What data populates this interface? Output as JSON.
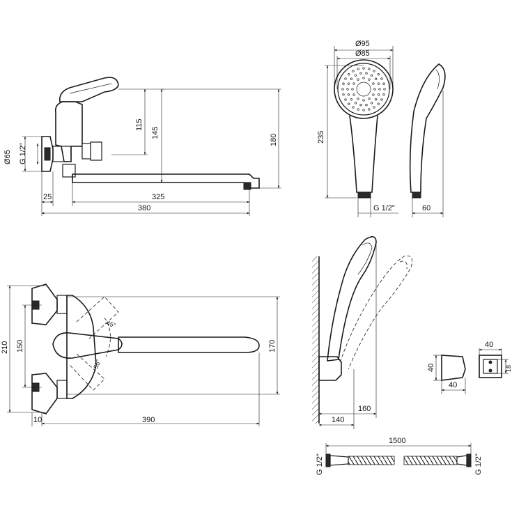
{
  "faucet_side": {
    "d_65": "Ø65",
    "thread": "G 1/2\"",
    "h_115": "115",
    "h_145": "145",
    "h_180": "180",
    "w_25": "25",
    "w_325": "325",
    "w_380": "380"
  },
  "shower_head": {
    "d_95": "Ø95",
    "d_85": "Ø85",
    "h_235": "235",
    "thread": "G 1/2\"",
    "w_60": "60"
  },
  "faucet_top": {
    "h_210": "210",
    "h_150": "150",
    "h_170": "170",
    "w_10": "10",
    "w_390": "390",
    "angle_45": "45°",
    "angle_55": "55°"
  },
  "wall_mount": {
    "w_140": "140",
    "w_160": "160"
  },
  "holder": {
    "h_40": "40",
    "w_40a": "40",
    "w_40b": "40",
    "h_18": "18"
  },
  "hose": {
    "length": "1500",
    "thread_left": "G 1/2\"",
    "thread_right": "G 1/2\""
  }
}
